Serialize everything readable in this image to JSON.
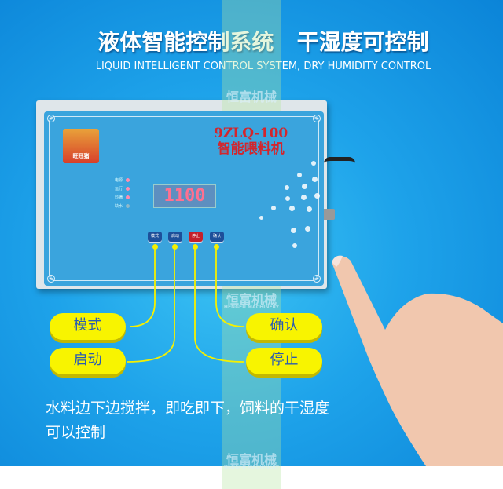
{
  "header": {
    "title": "液体智能控制系统   干湿度可控制",
    "subtitle": "LIQUID INTELLIGENT CONTROL SYSTEM, DRY HUMIDITY CONTROL"
  },
  "device": {
    "brand_label": "旺旺猪",
    "model": "9ZLQ-100",
    "model_name": "智能喂料机",
    "indicators": [
      "电源",
      "运行",
      "料满",
      "缺水"
    ],
    "display_value": "1100",
    "buttons": [
      "模式",
      "启动",
      "停止",
      "确认"
    ]
  },
  "callouts": {
    "mode": "模式",
    "start": "启动",
    "confirm": "确认",
    "stop": "停止"
  },
  "description": "水料边下边搅拌，即吃即下，饲料的干湿度可以控制",
  "watermark": {
    "name": "恒富机械",
    "english": "HENGFU MACHINERY"
  },
  "colors": {
    "background": "#1ea3ea",
    "callout": "#f8f400",
    "stop_button": "#c4202a"
  }
}
